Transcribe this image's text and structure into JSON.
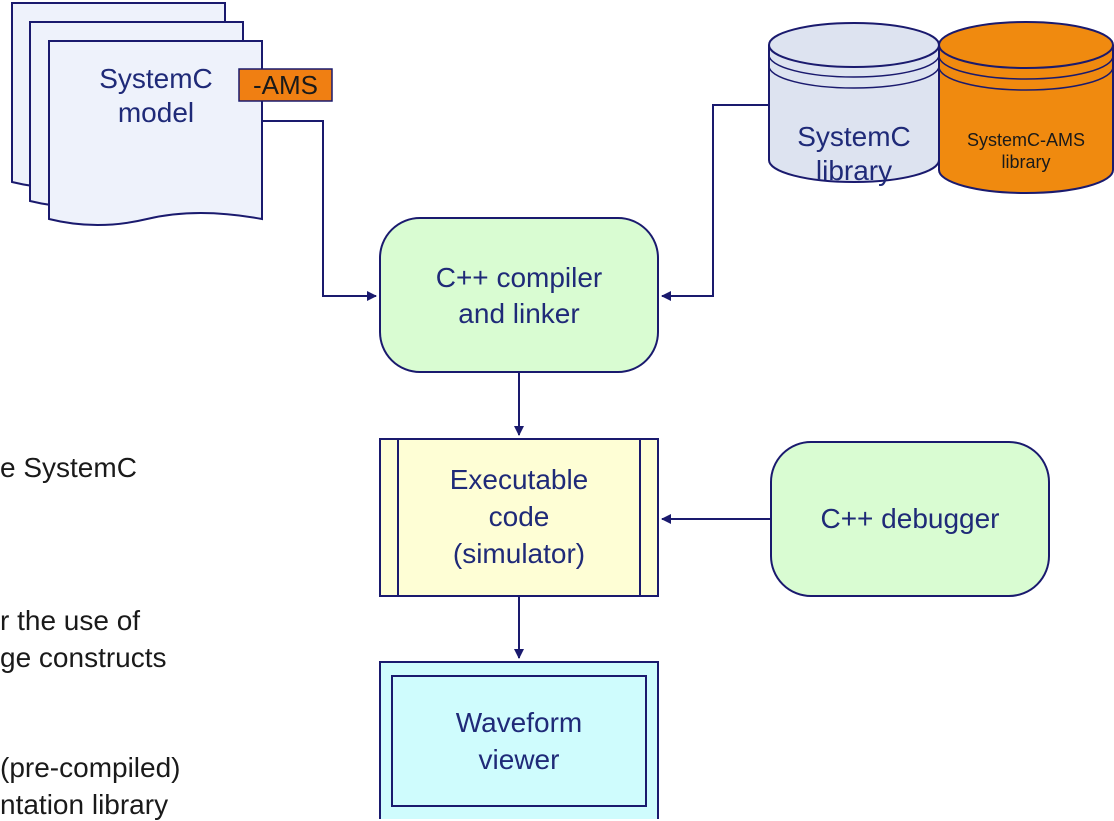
{
  "doc_stack": {
    "line1": "SystemC",
    "line2": "model",
    "ams_tag": "-AMS"
  },
  "libraries": {
    "systemc": {
      "line1": "SystemC",
      "line2": "library"
    },
    "systemc_ams": {
      "line1": "SystemC-AMS",
      "line2": "library"
    }
  },
  "compiler": {
    "line1": "C++ compiler",
    "line2": "and linker"
  },
  "executable": {
    "line1": "Executable",
    "line2": "code",
    "line3": "(simulator)"
  },
  "debugger": {
    "label": "C++ debugger"
  },
  "waveform": {
    "line1": "Waveform",
    "line2": "viewer"
  },
  "bullets": [
    "e SystemC",
    "r the use of",
    "ge constructs",
    "(pre-compiled)",
    "ntation library"
  ],
  "colors": {
    "arrow": "#1a1a6e",
    "doc_fill": "#eef2fb",
    "ams_orange": "#f07f12",
    "green_fill": "#d9fcd2",
    "exec_fill": "#fefed5",
    "wave_fill": "#cffcfd",
    "db_fill": "#dde3f0"
  }
}
